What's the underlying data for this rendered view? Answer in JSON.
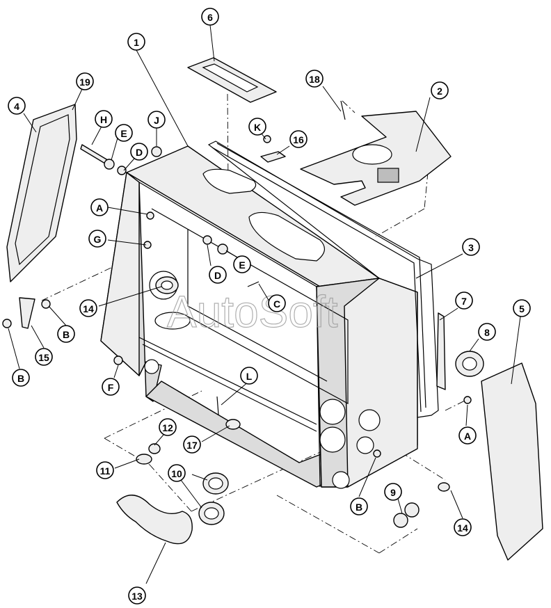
{
  "watermark": "AutoSoft",
  "callouts": [
    {
      "id": "c1",
      "label": "1"
    },
    {
      "id": "c2",
      "label": "2"
    },
    {
      "id": "c3",
      "label": "3"
    },
    {
      "id": "c4",
      "label": "4"
    },
    {
      "id": "c5",
      "label": "5"
    },
    {
      "id": "c6",
      "label": "6"
    },
    {
      "id": "c7",
      "label": "7"
    },
    {
      "id": "c8",
      "label": "8"
    },
    {
      "id": "c9",
      "label": "9"
    },
    {
      "id": "c10",
      "label": "10"
    },
    {
      "id": "c11",
      "label": "11"
    },
    {
      "id": "c12",
      "label": "12"
    },
    {
      "id": "c13",
      "label": "13"
    },
    {
      "id": "c14a",
      "label": "14"
    },
    {
      "id": "c14b",
      "label": "14"
    },
    {
      "id": "c15",
      "label": "15"
    },
    {
      "id": "c16",
      "label": "16"
    },
    {
      "id": "c17",
      "label": "17"
    },
    {
      "id": "c18",
      "label": "18"
    },
    {
      "id": "c19",
      "label": "19"
    },
    {
      "id": "cAa",
      "label": "A"
    },
    {
      "id": "cAb",
      "label": "A"
    },
    {
      "id": "cBa",
      "label": "B"
    },
    {
      "id": "cBb",
      "label": "B"
    },
    {
      "id": "cBc",
      "label": "B"
    },
    {
      "id": "cC",
      "label": "C"
    },
    {
      "id": "cDa",
      "label": "D"
    },
    {
      "id": "cDb",
      "label": "D"
    },
    {
      "id": "cEa",
      "label": "E"
    },
    {
      "id": "cEb",
      "label": "E"
    },
    {
      "id": "cF",
      "label": "F"
    },
    {
      "id": "cG",
      "label": "G"
    },
    {
      "id": "cH",
      "label": "H"
    },
    {
      "id": "cJ",
      "label": "J"
    },
    {
      "id": "cK",
      "label": "K"
    },
    {
      "id": "cL",
      "label": "L"
    }
  ]
}
